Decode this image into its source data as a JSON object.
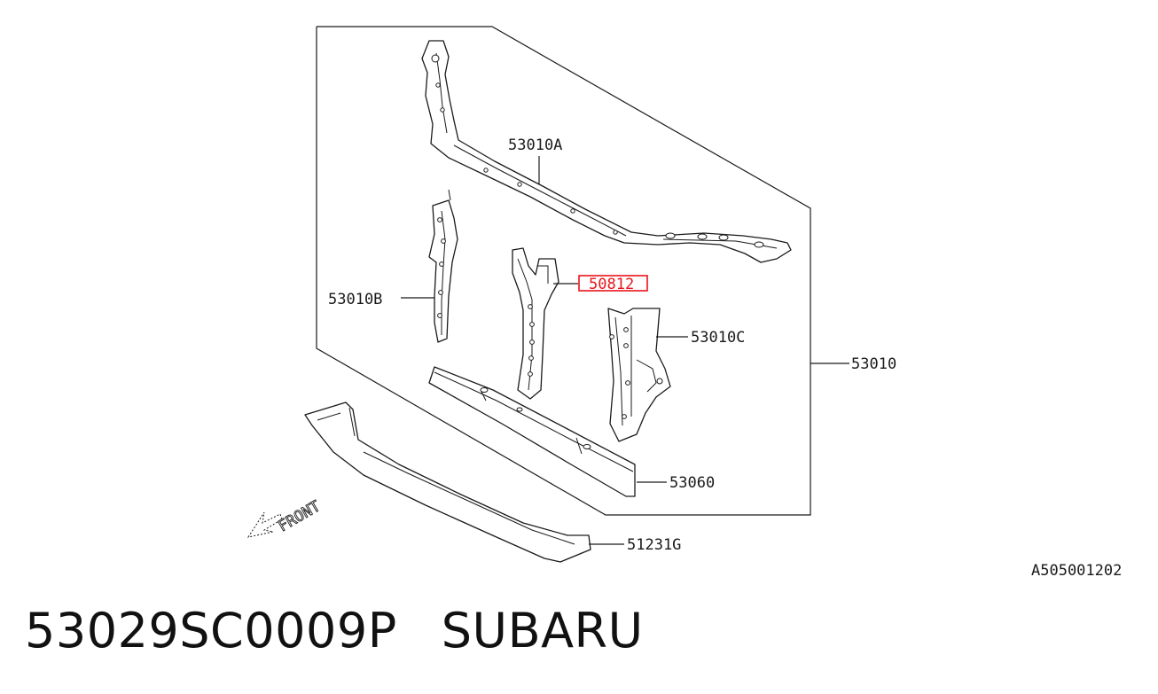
{
  "diagram": {
    "callouts": {
      "upper_support": "53010A",
      "side_panel_left": "53010B",
      "center_stay": "50812",
      "side_panel_right": "53010C",
      "assembly": "53010",
      "lower_member": "53060",
      "under_cover": "51231G"
    },
    "highlighted_callout": "center_stay",
    "highlight_color": "#e8141b",
    "front_label": "FRONT",
    "reference_code": "A505001202"
  },
  "footer": {
    "part_number": "53029SC0009P",
    "brand": "SUBARU"
  }
}
